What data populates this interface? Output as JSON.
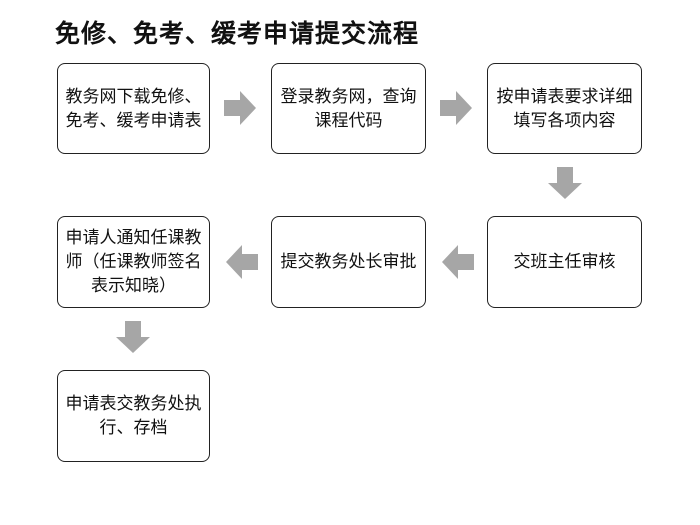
{
  "title": "免修、免考、缓考申请提交流程",
  "colors": {
    "arrow": "#a6a6a6",
    "border": "#222222"
  },
  "steps": [
    {
      "id": 1,
      "label": "教务网下载免修、免考、缓考申请表"
    },
    {
      "id": 2,
      "label": "登录教务网，查询课程代码"
    },
    {
      "id": 3,
      "label": "按申请表要求详细填写各项内容"
    },
    {
      "id": 4,
      "label": "交班主任审核"
    },
    {
      "id": 5,
      "label": "提交教务处长审批"
    },
    {
      "id": 6,
      "label": "申请人通知任课教师（任课教师签名表示知晓）"
    },
    {
      "id": 7,
      "label": "申请表交教务处执行、存档"
    }
  ]
}
